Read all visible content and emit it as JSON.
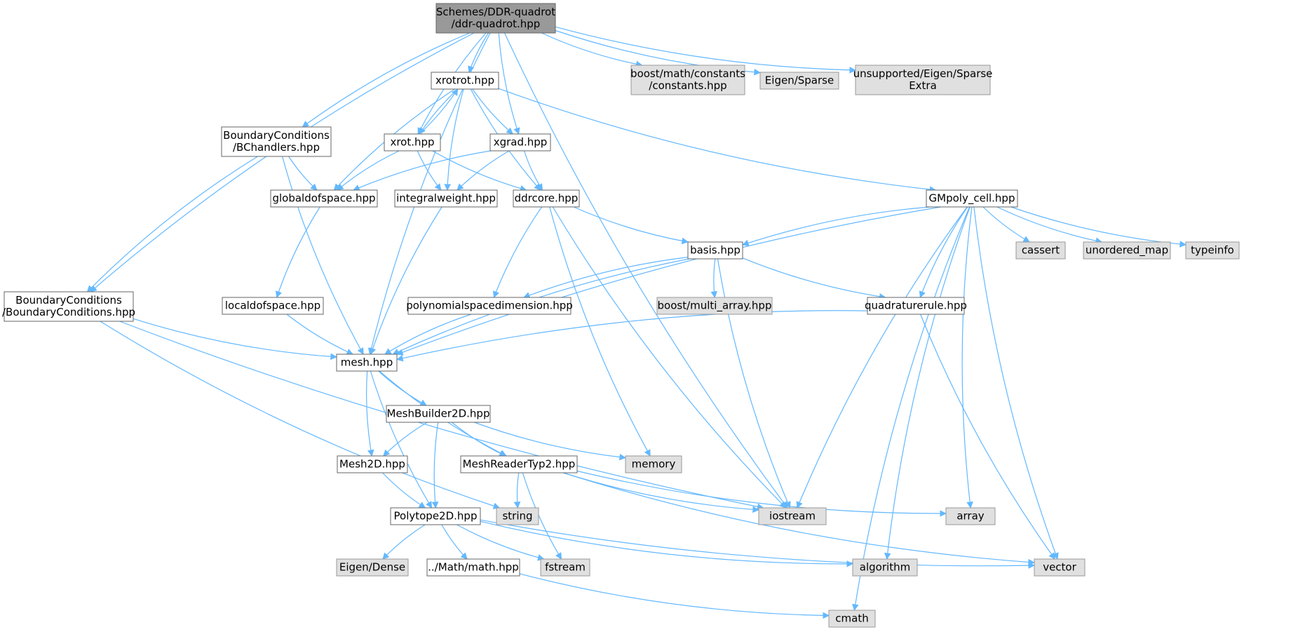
{
  "colors": {
    "root_fill": "#999999",
    "root_stroke": "#666666",
    "local_fill": "#ffffff",
    "local_stroke": "#666666",
    "system_fill": "#e0e0e0",
    "system_stroke": "#999999",
    "edge": "#63b8ff"
  },
  "nodes": [
    {
      "id": "root",
      "lines": [
        "Schemes/DDR-quadrot",
        "/ddr-quadrot.hpp"
      ],
      "kind": "root"
    },
    {
      "id": "xrotrot",
      "lines": [
        "xrotrot.hpp"
      ],
      "kind": "local"
    },
    {
      "id": "boost_const",
      "lines": [
        "boost/math/constants",
        "/constants.hpp"
      ],
      "kind": "system"
    },
    {
      "id": "eigen_sparse",
      "lines": [
        "Eigen/Sparse"
      ],
      "kind": "system"
    },
    {
      "id": "unsup_eigen",
      "lines": [
        "unsupported/Eigen/Sparse",
        "Extra"
      ],
      "kind": "system"
    },
    {
      "id": "bchandlers",
      "lines": [
        "BoundaryConditions",
        "/BChandlers.hpp"
      ],
      "kind": "local"
    },
    {
      "id": "xrot",
      "lines": [
        "xrot.hpp"
      ],
      "kind": "local"
    },
    {
      "id": "xgrad",
      "lines": [
        "xgrad.hpp"
      ],
      "kind": "local"
    },
    {
      "id": "globaldof",
      "lines": [
        "globaldofspace.hpp"
      ],
      "kind": "local"
    },
    {
      "id": "intweight",
      "lines": [
        "integralweight.hpp"
      ],
      "kind": "local"
    },
    {
      "id": "ddrcore",
      "lines": [
        "ddrcore.hpp"
      ],
      "kind": "local"
    },
    {
      "id": "gmpoly",
      "lines": [
        "GMpoly_cell.hpp"
      ],
      "kind": "local"
    },
    {
      "id": "basis",
      "lines": [
        "basis.hpp"
      ],
      "kind": "local"
    },
    {
      "id": "cassert",
      "lines": [
        "cassert"
      ],
      "kind": "system"
    },
    {
      "id": "unordered_map",
      "lines": [
        "unordered_map"
      ],
      "kind": "system"
    },
    {
      "id": "typeinfo",
      "lines": [
        "typeinfo"
      ],
      "kind": "system"
    },
    {
      "id": "bcond",
      "lines": [
        "BoundaryConditions",
        "/BoundaryConditions.hpp"
      ],
      "kind": "local"
    },
    {
      "id": "localdof",
      "lines": [
        "localdofspace.hpp"
      ],
      "kind": "local"
    },
    {
      "id": "polyspacedim",
      "lines": [
        "polynomialspacedimension.hpp"
      ],
      "kind": "local"
    },
    {
      "id": "boost_multi",
      "lines": [
        "boost/multi_array.hpp"
      ],
      "kind": "system"
    },
    {
      "id": "quadrule",
      "lines": [
        "quadraturerule.hpp"
      ],
      "kind": "local"
    },
    {
      "id": "mesh",
      "lines": [
        "mesh.hpp"
      ],
      "kind": "local"
    },
    {
      "id": "meshbuilder",
      "lines": [
        "MeshBuilder2D.hpp"
      ],
      "kind": "local"
    },
    {
      "id": "mesh2d",
      "lines": [
        "Mesh2D.hpp"
      ],
      "kind": "local"
    },
    {
      "id": "meshreader",
      "lines": [
        "MeshReaderTyp2.hpp"
      ],
      "kind": "local"
    },
    {
      "id": "memory",
      "lines": [
        "memory"
      ],
      "kind": "system"
    },
    {
      "id": "polytope",
      "lines": [
        "Polytope2D.hpp"
      ],
      "kind": "local"
    },
    {
      "id": "string",
      "lines": [
        "string"
      ],
      "kind": "system"
    },
    {
      "id": "iostream",
      "lines": [
        "iostream"
      ],
      "kind": "system"
    },
    {
      "id": "array",
      "lines": [
        "array"
      ],
      "kind": "system"
    },
    {
      "id": "eigen_dense",
      "lines": [
        "Eigen/Dense"
      ],
      "kind": "system"
    },
    {
      "id": "mathhpp",
      "lines": [
        "../Math/math.hpp"
      ],
      "kind": "local"
    },
    {
      "id": "fstream",
      "lines": [
        "fstream"
      ],
      "kind": "system"
    },
    {
      "id": "algorithm",
      "lines": [
        "algorithm"
      ],
      "kind": "system"
    },
    {
      "id": "vector",
      "lines": [
        "vector"
      ],
      "kind": "system"
    },
    {
      "id": "cmath",
      "lines": [
        "cmath"
      ],
      "kind": "system"
    }
  ],
  "edges": [
    [
      "root",
      "xrotrot"
    ],
    [
      "root",
      "boost_const"
    ],
    [
      "root",
      "eigen_sparse"
    ],
    [
      "root",
      "unsup_eigen"
    ],
    [
      "root",
      "bchandlers"
    ],
    [
      "root",
      "xrot"
    ],
    [
      "root",
      "xgrad"
    ],
    [
      "root",
      "bcond"
    ],
    [
      "root",
      "mesh"
    ],
    [
      "root",
      "iostream"
    ],
    [
      "xrotrot",
      "xrot"
    ],
    [
      "xrotrot",
      "xgrad"
    ],
    [
      "xrotrot",
      "globaldof"
    ],
    [
      "xrotrot",
      "intweight"
    ],
    [
      "xrotrot",
      "ddrcore"
    ],
    [
      "xrotrot",
      "gmpoly"
    ],
    [
      "xrot",
      "xrotrot"
    ],
    [
      "xrot",
      "globaldof"
    ],
    [
      "xrot",
      "intweight"
    ],
    [
      "xrot",
      "ddrcore"
    ],
    [
      "xgrad",
      "globaldof"
    ],
    [
      "xgrad",
      "intweight"
    ],
    [
      "xgrad",
      "ddrcore"
    ],
    [
      "bchandlers",
      "globaldof"
    ],
    [
      "bchandlers",
      "bcond"
    ],
    [
      "bchandlers",
      "mesh"
    ],
    [
      "globaldof",
      "localdof"
    ],
    [
      "localdof",
      "mesh"
    ],
    [
      "intweight",
      "mesh"
    ],
    [
      "ddrcore",
      "basis"
    ],
    [
      "ddrcore",
      "polyspacedim"
    ],
    [
      "ddrcore",
      "memory"
    ],
    [
      "ddrcore",
      "iostream"
    ],
    [
      "gmpoly",
      "basis"
    ],
    [
      "gmpoly",
      "cassert"
    ],
    [
      "gmpoly",
      "unordered_map"
    ],
    [
      "gmpoly",
      "typeinfo"
    ],
    [
      "gmpoly",
      "quadrule"
    ],
    [
      "gmpoly",
      "mesh"
    ],
    [
      "gmpoly",
      "iostream"
    ],
    [
      "gmpoly",
      "array"
    ],
    [
      "gmpoly",
      "algorithm"
    ],
    [
      "gmpoly",
      "vector"
    ],
    [
      "gmpoly",
      "cmath"
    ],
    [
      "basis",
      "polyspacedim"
    ],
    [
      "basis",
      "boost_multi"
    ],
    [
      "basis",
      "quadrule"
    ],
    [
      "basis",
      "mesh"
    ],
    [
      "basis",
      "iostream"
    ],
    [
      "polyspacedim",
      "mesh"
    ],
    [
      "quadrule",
      "mesh"
    ],
    [
      "quadrule",
      "vector"
    ],
    [
      "bcond",
      "mesh"
    ],
    [
      "bcond",
      "string"
    ],
    [
      "bcond",
      "iostream"
    ],
    [
      "mesh",
      "meshbuilder"
    ],
    [
      "mesh",
      "mesh2d"
    ],
    [
      "mesh",
      "meshreader"
    ],
    [
      "mesh",
      "polytope"
    ],
    [
      "meshbuilder",
      "mesh2d"
    ],
    [
      "meshbuilder",
      "meshreader"
    ],
    [
      "meshbuilder",
      "memory"
    ],
    [
      "meshbuilder",
      "polytope"
    ],
    [
      "mesh2d",
      "polytope"
    ],
    [
      "meshreader",
      "string"
    ],
    [
      "meshreader",
      "fstream"
    ],
    [
      "meshreader",
      "iostream"
    ],
    [
      "meshreader",
      "array"
    ],
    [
      "meshreader",
      "vector"
    ],
    [
      "polytope",
      "eigen_dense"
    ],
    [
      "polytope",
      "mathhpp"
    ],
    [
      "polytope",
      "fstream"
    ],
    [
      "polytope",
      "algorithm"
    ],
    [
      "polytope",
      "vector"
    ],
    [
      "mathhpp",
      "cmath"
    ]
  ]
}
